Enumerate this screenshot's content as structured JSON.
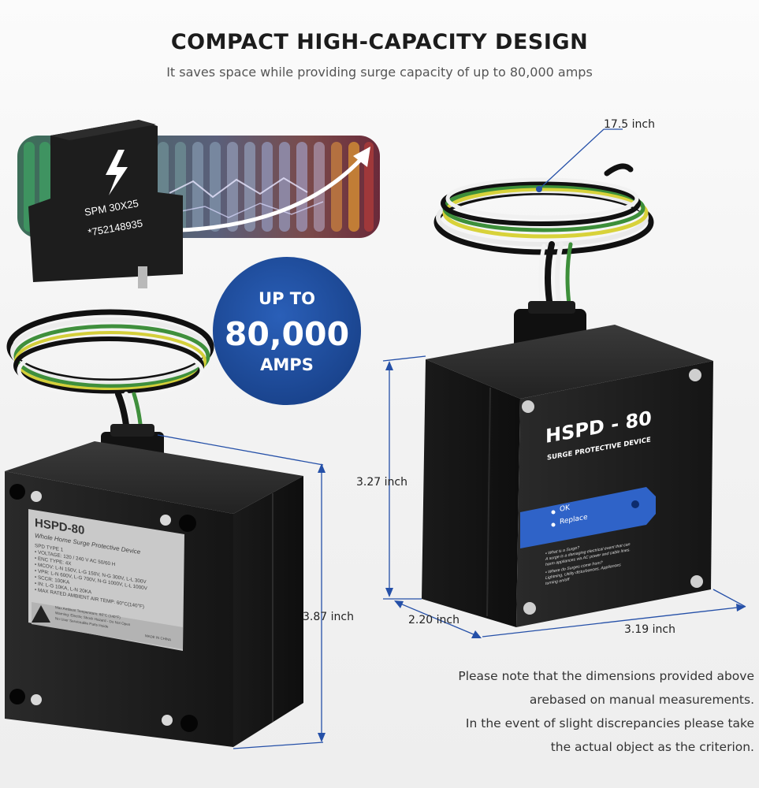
{
  "header": {
    "title": "COMPACT HIGH-CAPACITY DESIGN",
    "subtitle": "It saves space while providing surge capacity of up to 80,000 amps"
  },
  "badge": {
    "line1": "UP TO",
    "line2": "80,000",
    "line3": "AMPS"
  },
  "spm_module": {
    "model": "SPM 30X25",
    "serial": "*752148935",
    "icon": "lightning-bolt-icon"
  },
  "left_device": {
    "model": "HSPD-80",
    "subtitle": "Whole Home Surge Protective Device",
    "specs": [
      "SPD TYPE 1",
      "• VOLTAGE: 120 / 240 V AC    50/60 H",
      "• ENC TYPE: 4X",
      "• MCOV: L-N 150V, L-G 150V, N-G 300V, L-L 300V",
      "• VPR: L-N 600V, L-G 700V, N-G 1000V, L-L 1000V",
      "• SCCR: 100KA",
      "• IN: L-G 10KA, L-N 20KA",
      "• MAX RATED AMBIENT AIR TEMP: 60°C(140°F)"
    ],
    "warning": [
      "Max Ambient Temperature: 60°C (140°F)",
      "Warning: Electric Shock Hazard - Do Not Open",
      "No User Serviceable Parts Inside"
    ],
    "made_in": "MADE IN CHINA"
  },
  "right_device": {
    "model": "HSPD - 80",
    "subtitle": "SURGE PROTECTIVE DEVICE",
    "indicator_ok": "OK",
    "indicator_replace": "Replace",
    "info": [
      "• What is a Surge?",
      "A surge is a damaging electrical event that can",
      "harm appliances via AC power and cable lines.",
      "• Where do Surges come from?",
      "Lightning, Utility disturbances, Appliances",
      "turning on/off"
    ]
  },
  "dimensions": {
    "wire_length": "17.5 inch",
    "height_right": "3.27 inch",
    "height_left": "3.87 inch",
    "depth": "2.20 inch",
    "width": "3.19 inch"
  },
  "note": {
    "line1": "Please note that the dimensions provided above",
    "line2": "arebased on manual measurements.",
    "line3": "In the event of slight discrepancies please take",
    "line4": "the actual object as the criterion."
  },
  "colors": {
    "badge_blue": "#1f4e9c",
    "device_body": "#1b1b1b",
    "indicator_panel": "#2f63c8",
    "dimension_line": "#2550a8"
  }
}
